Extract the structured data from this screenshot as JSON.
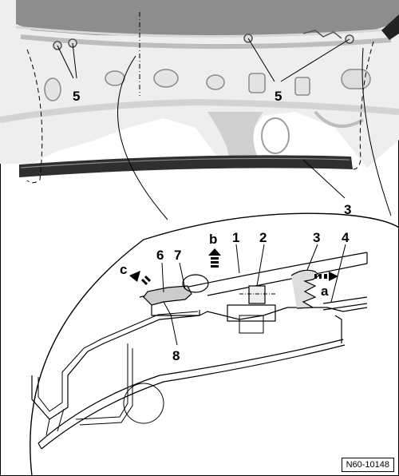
{
  "figure": {
    "reference_code": "N60-10148",
    "callouts": {
      "bolt_left": "5",
      "bolt_right": "5",
      "seal_strip": "3",
      "detail_1": "1",
      "detail_2": "2",
      "detail_3": "3",
      "detail_4": "4",
      "detail_6": "6",
      "detail_7": "7",
      "detail_8": "8",
      "dir_a": "a",
      "dir_b": "b",
      "dir_c": "c"
    }
  },
  "colors": {
    "background": "#ffffff",
    "photo_light": "#eeeeee",
    "photo_mid": "#bdbdbd",
    "photo_dark": "#555555",
    "seal": "#333333",
    "line": "#000000"
  }
}
